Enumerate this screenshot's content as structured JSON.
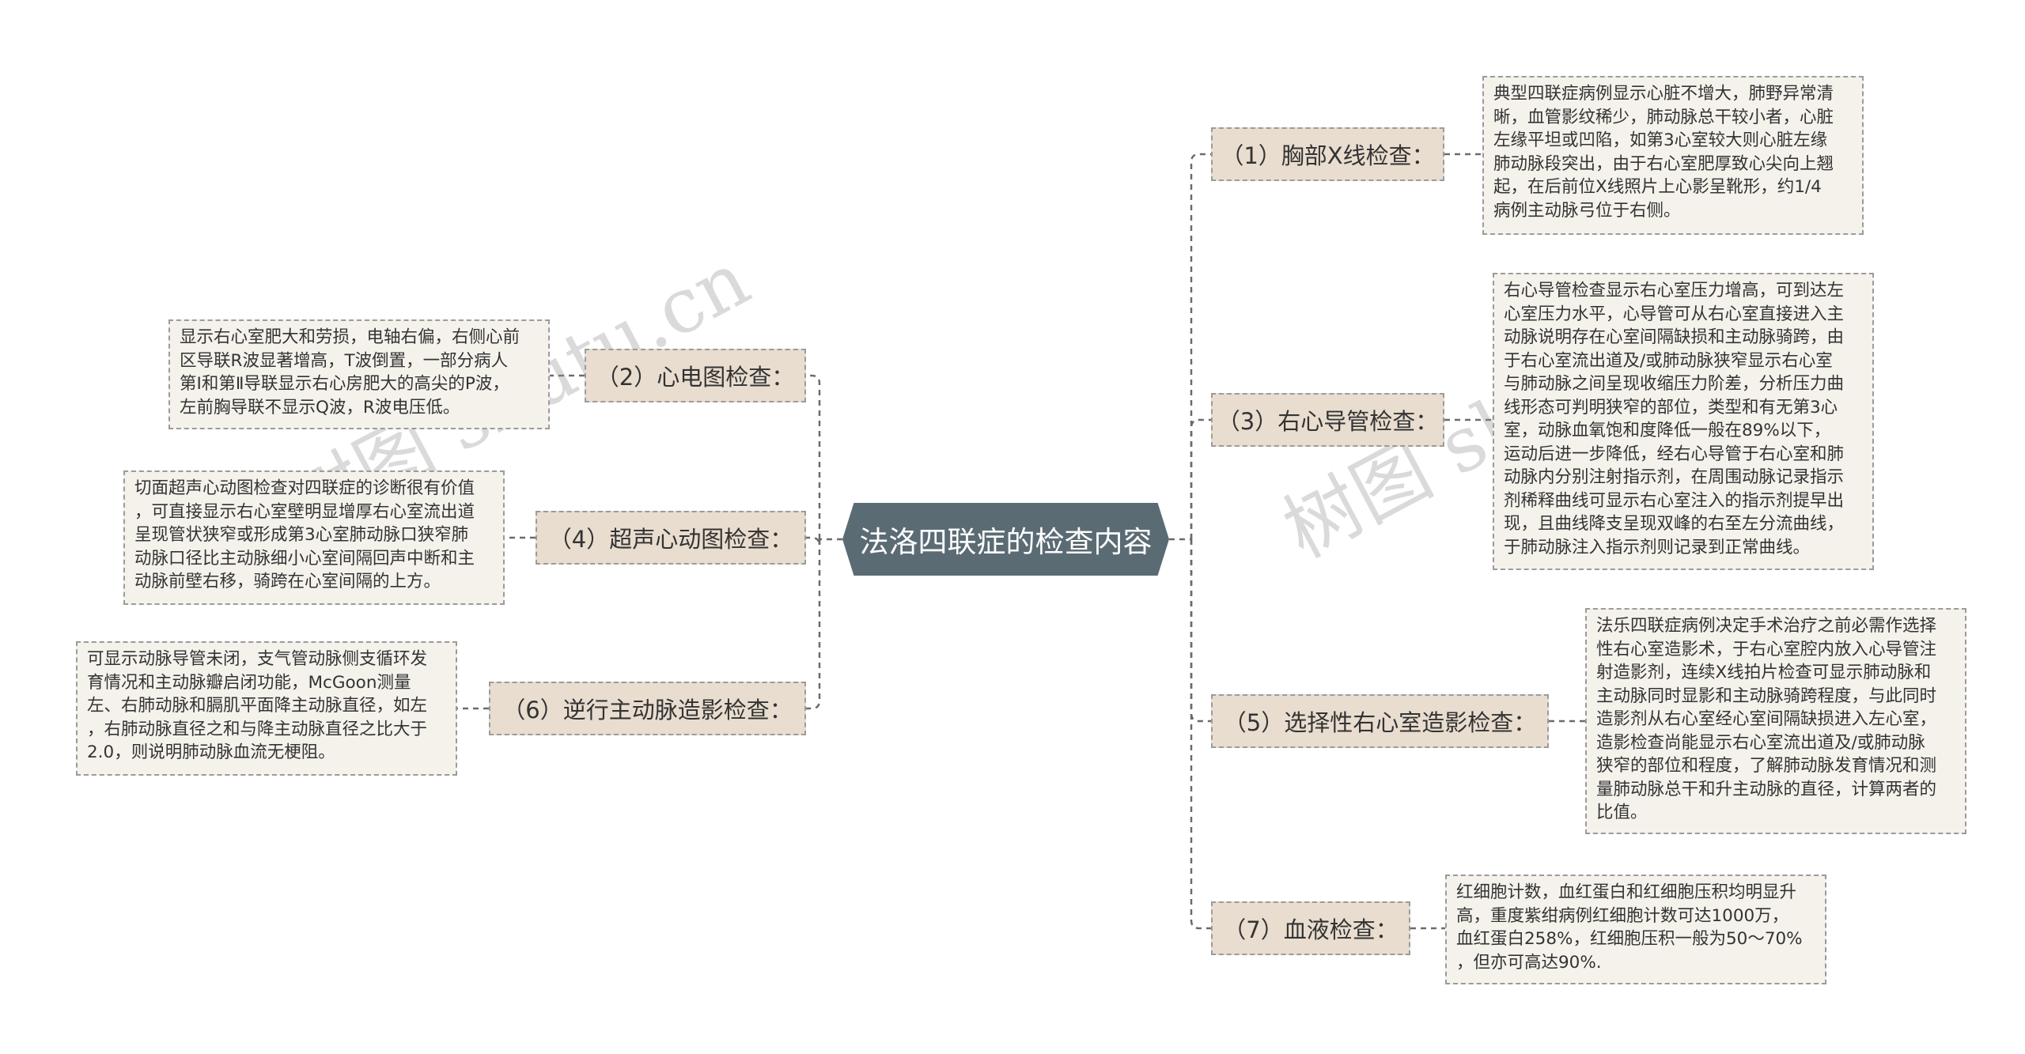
{
  "root": {
    "title": "法洛四联症的检查内容"
  },
  "branches": [
    {
      "label": "（1）胸部X线检查：",
      "detail": [
        "典型四联症病例显示心脏不增大，肺野异常清",
        "晰，血管影纹稀少，肺动脉总干较小者，心脏",
        "左缘平坦或凹陷，如第3心室较大则心脏左缘",
        "肺动脉段突出，由于右心室肥厚致心尖向上翘",
        "起，在后前位X线照片上心影呈靴形，约1/4",
        "病例主动脉弓位于右侧。"
      ]
    },
    {
      "label": "（2）心电图检查：",
      "detail": [
        "显示右心室肥大和劳损，电轴右偏，右侧心前",
        "区导联R波显著增高，T波倒置，一部分病人",
        "第Ⅰ和第Ⅱ导联显示右心房肥大的高尖的P波，",
        "左前胸导联不显示Q波，R波电压低。"
      ]
    },
    {
      "label": "（3）右心导管检查：",
      "detail": [
        "右心导管检查显示右心室压力增高，可到达左",
        "心室压力水平，心导管可从右心室直接进入主",
        "动脉说明存在心室间隔缺损和主动脉骑跨，由",
        "于右心室流出道及/或肺动脉狭窄显示右心室",
        "与肺动脉之间呈现收缩压力阶差，分析压力曲",
        "线形态可判明狭窄的部位，类型和有无第3心",
        "室，动脉血氧饱和度降低一般在89%以下，",
        "运动后进一步降低，经右心导管于右心室和肺",
        "动脉内分别注射指示剂，在周围动脉记录指示",
        "剂稀释曲线可显示右心室注入的指示剂提早出",
        "现，且曲线降支呈现双峰的右至左分流曲线，",
        "于肺动脉注入指示剂则记录到正常曲线。"
      ]
    },
    {
      "label": "（4）超声心动图检查：",
      "detail": [
        "切面超声心动图检查对四联症的诊断很有价值",
        "，可直接显示右心室壁明显增厚右心室流出道",
        "呈现管状狭窄或形成第3心室肺动脉口狭窄肺",
        "动脉口径比主动脉细小心室间隔回声中断和主",
        "动脉前壁右移，骑跨在心室间隔的上方。"
      ]
    },
    {
      "label": "（5）选择性右心室造影检查：",
      "detail": [
        "法乐四联症病例决定手术治疗之前必需作选择",
        "性右心室造影术，于右心室腔内放入心导管注",
        "射造影剂，连续X线拍片检查可显示肺动脉和",
        "主动脉同时显影和主动脉骑跨程度，与此同时",
        "造影剂从右心室经心室间隔缺损进入左心室，",
        "造影检查尚能显示右心室流出道及/或肺动脉",
        "狭窄的部位和程度，了解肺动脉发育情况和测",
        "量肺动脉总干和升主动脉的直径，计算两者的",
        "比值。"
      ]
    },
    {
      "label": "（6）逆行主动脉造影检查：",
      "detail": [
        "可显示动脉导管未闭，支气管动脉侧支循环发",
        "育情况和主动脉瓣启闭功能，McGoon测量",
        "左、右肺动脉和膈肌平面降主动脉直径，如左",
        "，右肺动脉直径之和与降主动脉直径之比大于",
        "2.0，则说明肺动脉血流无梗阻。"
      ]
    },
    {
      "label": "（7）血液检查：",
      "detail": [
        "红细胞计数，血红蛋白和红细胞压积均明显升",
        "高，重度紫绀病例红细胞计数可达1000万，",
        "血红蛋白258%，红细胞压积一般为50～70%",
        "，但亦可高达90%."
      ]
    }
  ],
  "watermarks": [
    "树图 shutu.cn",
    "树图 shutu.cn"
  ],
  "colors": {
    "root_bg": "#5b6b73",
    "branch_bg": "#e8ddcf",
    "leaf_bg": "#f5f2ec",
    "line": "#6b6b6b"
  }
}
